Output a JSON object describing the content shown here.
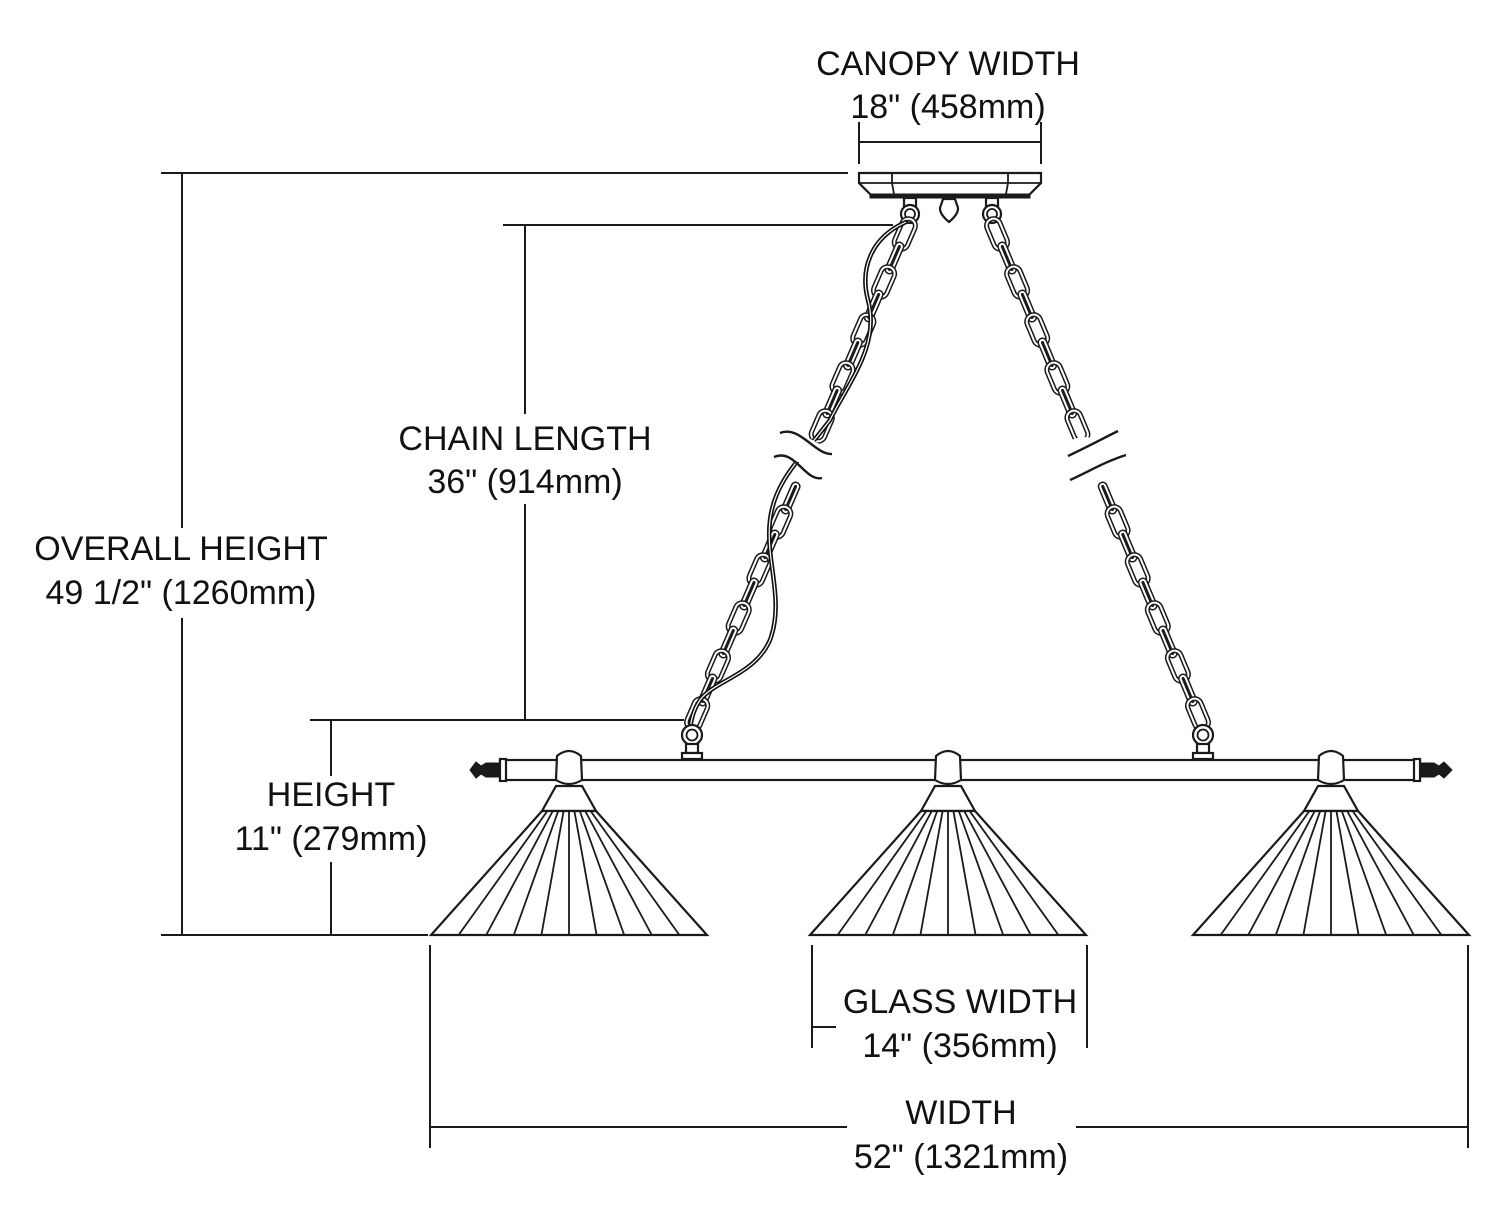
{
  "diagram": {
    "subject": "3-light island pendant with chain suspension",
    "colors": {
      "line": "#1a1a1a",
      "background": "#ffffff"
    },
    "lights": 3,
    "dimensions": {
      "canopy_width": {
        "title": "CANOPY WIDTH",
        "value": "18\" (458mm)"
      },
      "chain_length": {
        "title": "CHAIN LENGTH",
        "value": "36\" (914mm)"
      },
      "overall_height": {
        "title": "OVERALL HEIGHT",
        "value": "49 1/2\" (1260mm)"
      },
      "height": {
        "title": "HEIGHT",
        "value": "11\" (279mm)"
      },
      "glass_width": {
        "title": "GLASS WIDTH",
        "value": "14\" (356mm)"
      },
      "width": {
        "title": "WIDTH",
        "value": "52\" (1321mm)"
      }
    }
  }
}
